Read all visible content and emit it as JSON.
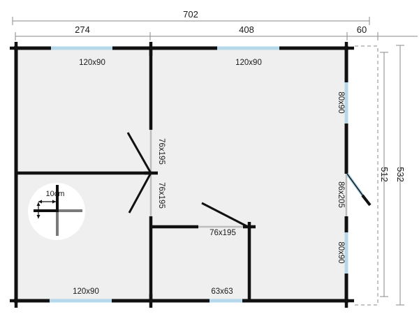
{
  "plan": {
    "title": "log-cabin-floor-plan",
    "colors": {
      "wall": "#111111",
      "floor": "#efefef",
      "glass": "#b6d8ea",
      "dimension_line": "#8a8a8a",
      "dashed_outline": "#8a8a8a",
      "door_leaf": "#111111"
    },
    "top_dimensions": [
      {
        "name": "overall-width",
        "label": "702"
      },
      {
        "name": "left-bay-width",
        "label": "274"
      },
      {
        "name": "right-bay-width",
        "label": "408"
      },
      {
        "name": "canopy-width",
        "label": "60"
      }
    ],
    "right_dimensions": [
      {
        "name": "inner-depth",
        "label": "512"
      },
      {
        "name": "overall-depth",
        "label": "532"
      }
    ],
    "openings": {
      "top_left_window": "120x90",
      "top_right_window": "120x90",
      "bottom_left_window": "120x90",
      "bottom_middle_window": "63x63",
      "right_upper_window": "80x90",
      "right_lower_window": "80x90",
      "right_entrance_door": "86x205",
      "partition_door_upper": "76x195",
      "partition_door_lower": "76x195",
      "interior_door_right": "76x195",
      "interior_door_left": "76x195"
    },
    "scale_detail": {
      "label": "10cm",
      "name": "wall-thickness-callout"
    }
  }
}
